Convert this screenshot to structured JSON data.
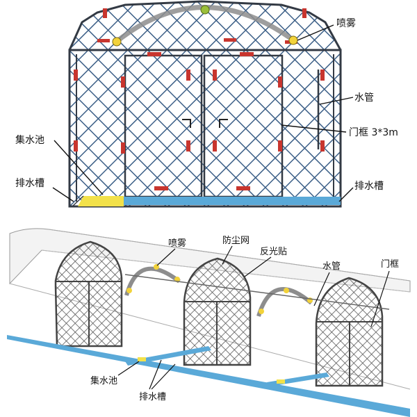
{
  "top_view": {
    "labels": {
      "spray": "喷雾",
      "water_pipe": "水管",
      "door_frame": "门框 3*3m",
      "collection_pool": "集水池",
      "drain_left": "排水槽",
      "drain_right": "排水槽"
    }
  },
  "bottom_view": {
    "labels": {
      "spray": "喷雾",
      "dust_net": "防尘网",
      "reflective_sticker": "反光贴",
      "water_pipe": "水管",
      "door_frame": "门框",
      "collection_pool": "集水池",
      "drain": "排水槽"
    }
  },
  "colors": {
    "net": "#3c5f87",
    "frame": "#333a44",
    "drain": "#5aa9d8",
    "pool": "#f2e14a",
    "reflector": "#c8352e",
    "pipe": "#8d8d8d",
    "nozzle": "#f2d23a"
  }
}
